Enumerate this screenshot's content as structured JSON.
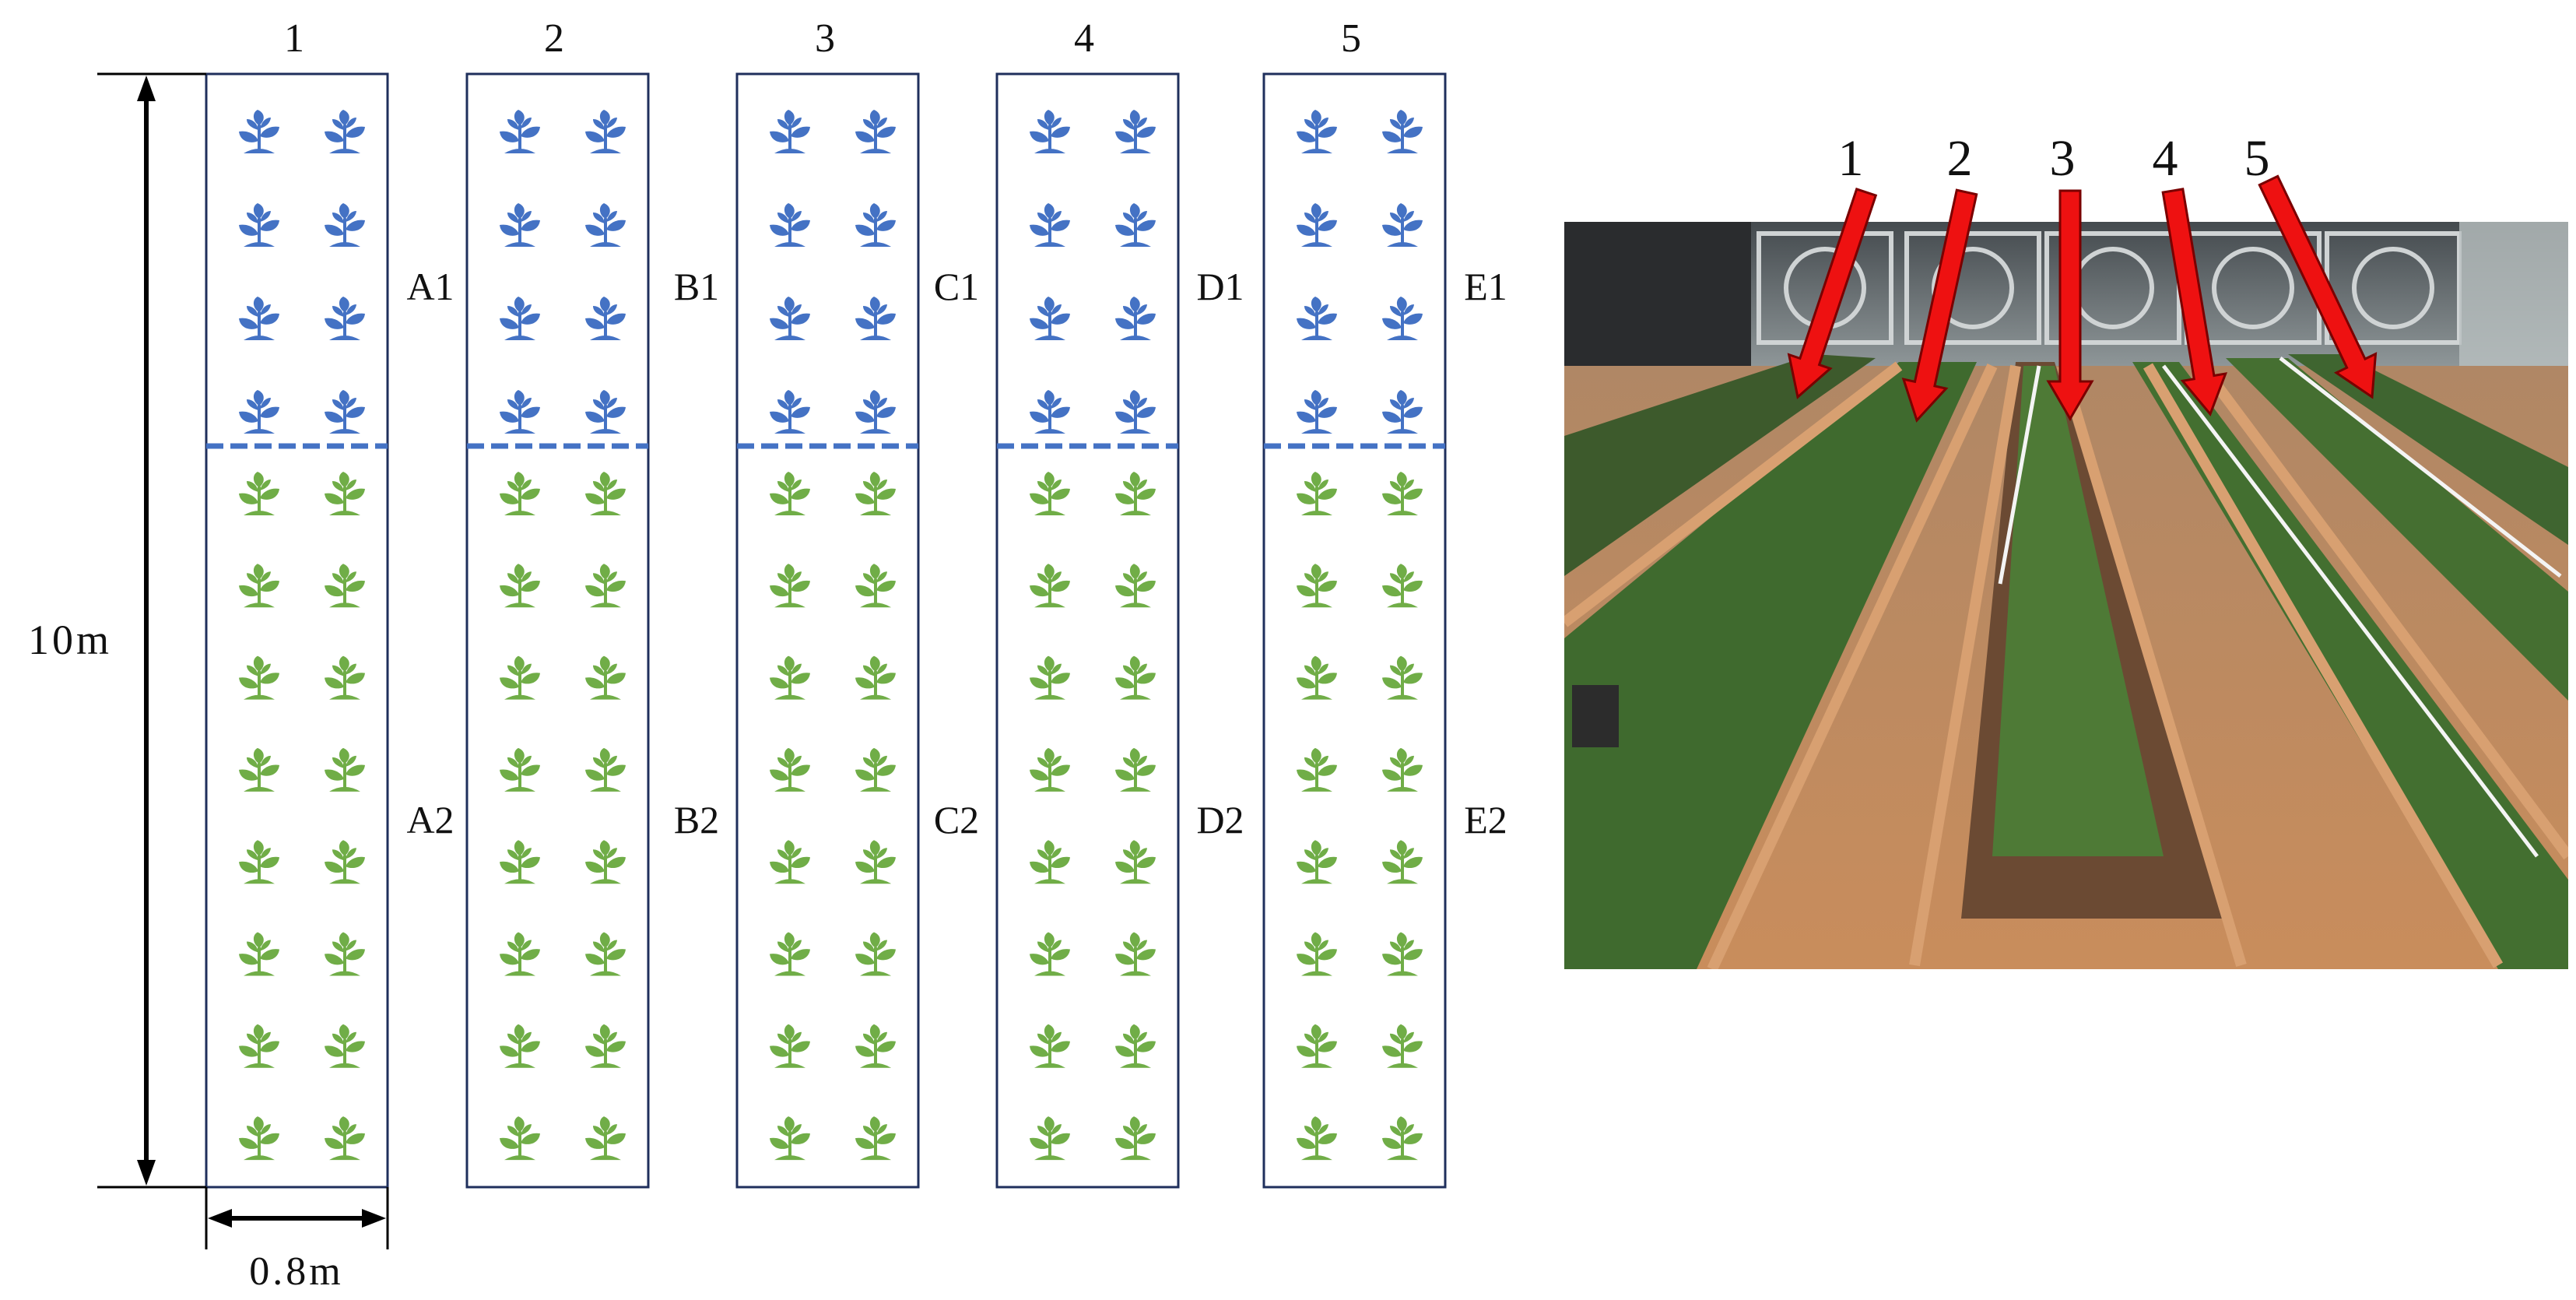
{
  "figure": {
    "bed_numbers": [
      "1",
      "2",
      "3",
      "4",
      "5"
    ],
    "dimensions": {
      "length_label": "10m",
      "width_label": "0.8m"
    },
    "beds": [
      {
        "number": "1",
        "upper_label": "A1",
        "lower_label": "A2"
      },
      {
        "number": "2",
        "upper_label": "B1",
        "lower_label": "B2"
      },
      {
        "number": "3",
        "upper_label": "C1",
        "lower_label": "C2"
      },
      {
        "number": "4",
        "upper_label": "D1",
        "lower_label": "D2"
      },
      {
        "number": "5",
        "upper_label": "E1",
        "lower_label": "E2"
      }
    ],
    "plants_per_bed": {
      "upper_rows": 4,
      "lower_rows": 8,
      "columns": 2
    },
    "photo_labels": [
      "1",
      "2",
      "3",
      "4",
      "5"
    ],
    "colors": {
      "bed_border": "#1f2f5c",
      "upper_plant": "#4472c4",
      "lower_plant": "#70ad47",
      "divider": "#4472c4",
      "arrow": "#ee1111",
      "dimension_line": "#000000"
    },
    "icons": {
      "upper_plant": "seedling-icon",
      "lower_plant": "seedling-icon"
    }
  }
}
